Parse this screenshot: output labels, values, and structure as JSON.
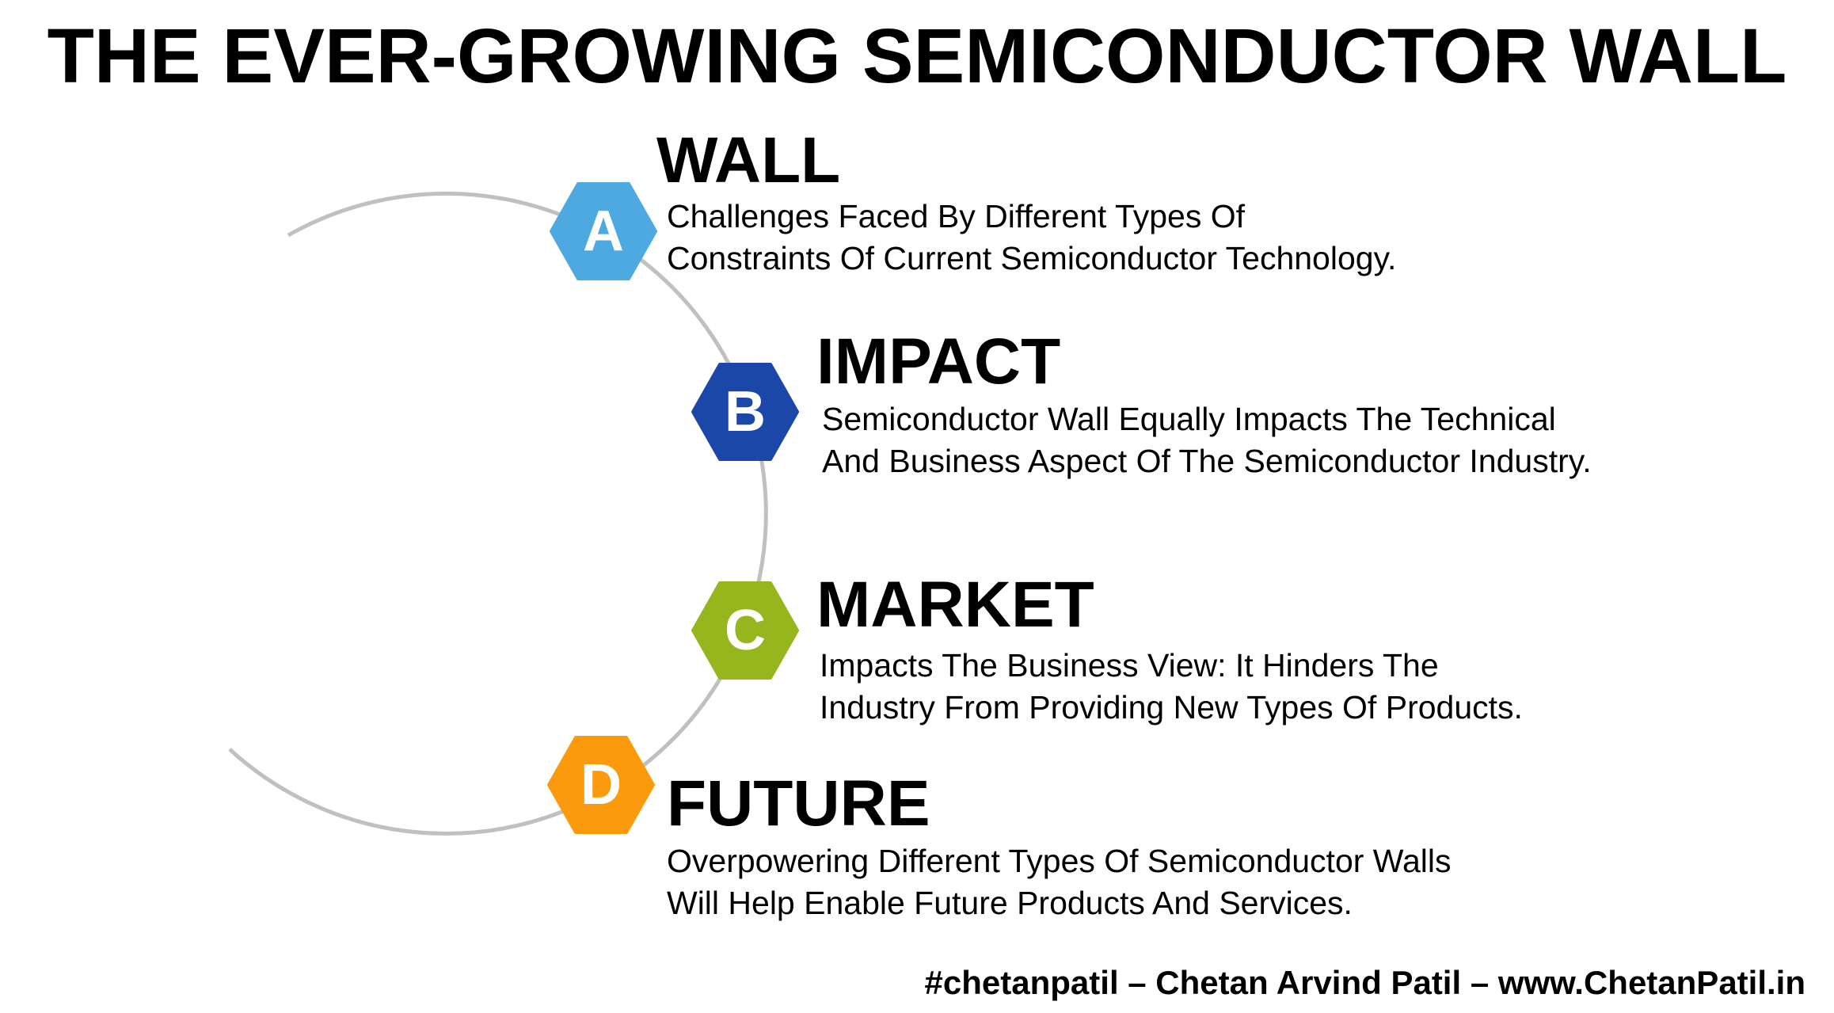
{
  "title": "THE EVER-GROWING SEMICONDUCTOR WALL",
  "items": [
    {
      "letter": "A",
      "heading": "WALL",
      "lines": [
        "Challenges Faced By Different Types Of",
        "Constraints Of Current Semiconductor Technology."
      ],
      "color": "#4EA9E0"
    },
    {
      "letter": "B",
      "heading": "IMPACT",
      "lines": [
        "Semiconductor Wall Equally Impacts The Technical",
        "And Business Aspect Of The Semiconductor Industry."
      ],
      "color": "#1A47A8"
    },
    {
      "letter": "C",
      "heading": "MARKET",
      "lines": [
        "Impacts The Business View: It Hinders The",
        "Industry From Providing New Types Of Products."
      ],
      "color": "#95B61D"
    },
    {
      "letter": "D",
      "heading": "FUTURE",
      "lines": [
        "Overpowering Different Types Of Semiconductor Walls",
        "Will Help Enable Future Products And Services."
      ],
      "color": "#FB9A0C"
    }
  ],
  "footer": "#chetanpatil – Chetan Arvind Patil – www.ChetanPatil.in",
  "ring_color": "#C0C0C0"
}
